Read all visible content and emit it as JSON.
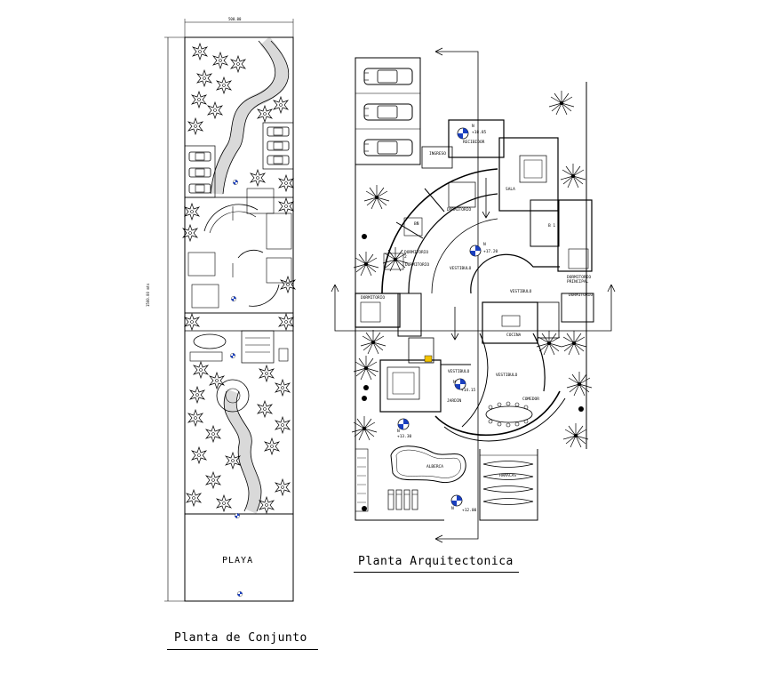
{
  "site_plan": {
    "title": "Planta de Conjunto",
    "beach_label": "PLAYA",
    "top_dimension": "500.00",
    "side_dimension": "1500.00 mts"
  },
  "floor_plan": {
    "title": "Planta Arquitectonica",
    "level_marks": [
      "N",
      "N",
      "N",
      "N",
      "N"
    ],
    "levels": [
      "+18.85",
      "+17.20",
      "+14.15",
      "+13.30",
      "+12.00"
    ],
    "room_labels": {
      "recibidor": "RECIBIDOR",
      "ingreso": "INGRESO",
      "sala": "SALA",
      "dormitorio_1": "DORMITORIO",
      "dormitorio_2": "DORMITORIO 2",
      "dormitorio_3": "DORMITORIO",
      "bano_1": "BÑ",
      "bano_2": "B 1",
      "vestibulo_1": "VESTIBULO",
      "vestibulo_2": "VESTIBULO",
      "vestibulo_3": "VESTIBULO",
      "vestibulo_4": "VESTIBULO",
      "dormitorio_principal": "DORMITORIO PRINCIPAL",
      "dormitorio_4": "DORMITORIO",
      "dormitorio_5": "DORMITORIO",
      "cocina": "COCINA",
      "comedor": "COMEDOR",
      "alberca": "ALBERCA",
      "hamacas": "HAMACAS",
      "jardin": "JARDIN"
    }
  },
  "colors": {
    "line": "#000000",
    "background": "#ffffff",
    "section_marker": "#1a3fbf",
    "accent": "#f2c300"
  }
}
